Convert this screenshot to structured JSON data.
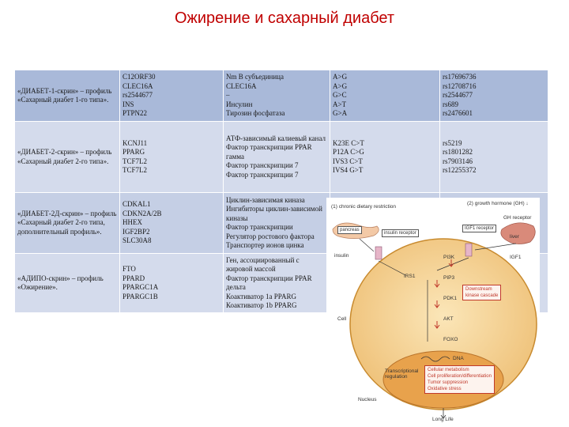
{
  "title": "Ожирение и сахарный диабет",
  "table": {
    "rows": [
      {
        "profile": "«ДИАБЕТ-1-скрин» – профиль «Сахарный диабет 1-го типа».",
        "genes": "C12ORF30\nCLEC16A\nrs2544677\nINS\nPTPN22",
        "proteins": "Nm B субъединица\nCLEC16A\n–\nИнсулин\nТирозин фосфатаза",
        "variants": "A>G\nA>G\nG>C\nA>T\nG>A",
        "rs": "rs17696736\nrs12708716\nrs2544677\nrs689\nrs2476601"
      },
      {
        "profile": "«ДИАБЕТ-2-скрин» – профиль «Сахарный диабет 2-го типа».",
        "genes": "KCNJ11\nPPARG\nTCF7L2\nTCF7L2",
        "proteins": "АТФ-зависимый калиевый канал\nФактор транскрипции PPAR гамма\nФактор транскрипции 7\nФактор транскрипции 7",
        "variants": "K23E C>T\nP12A C>G\nIVS3 C>T\nIVS4 G>T",
        "rs": "rs5219\nrs1801282\nrs7903146\nrs12255372"
      },
      {
        "profile": "«ДИАБЕТ-2Д-скрин» – профиль «Сахарный диабет 2-го типа, дополнительный профиль».",
        "genes": "CDKAL1\nCDKN2A/2B\nHHEX\nIGF2BP2\nSLC30A8",
        "proteins": "Циклин-зависимая киназа\nИнгибиторы циклин-зависимой киназы\nФактор транскрипции\nРегулятор ростового фактора\nТранспортер ионов цинка",
        "variants": "",
        "rs": ""
      },
      {
        "profile": "«АДИПО-скрин» – профиль «Ожирение».",
        "genes": "FTO\nPPARD\nPPARGC1A\nPPARGC1B",
        "proteins": "Ген, ассоциированный с жировой массой\nФактор транскрипции PPAR дельта\nКоактиватор 1a PPARG\nКоактиватор 1b PPARG",
        "variants": "",
        "rs": ""
      }
    ]
  },
  "diagram": {
    "cr_label": "(1) chronic dietary restriction",
    "gh_label": "(2) growth hormone (GH) ↓",
    "pancreas": "pancreas",
    "insulin_receptor": "insulin receptor",
    "igf1_receptor": "IGF1 receptor",
    "gh_receptor": "GH receptor",
    "liver": "liver",
    "insulin": "insulin",
    "igf1": "IGF1",
    "irs1": "IRS1",
    "pi3k": "PI3K",
    "pip3": "PIP3",
    "pdk1": "PDK1",
    "akt": "AKT",
    "foxo": "FOXO",
    "dna": "DNA",
    "downstream": "Downstream\nkinase cascade",
    "transcriptional": "Transcriptional\nregulation",
    "cell": "Cell",
    "nucleus": "Nucleus",
    "effects": "Cellular metabolism\nCell proliferation/differentiation\nTumor suppression\nOxidative stress",
    "life_span": "Long Life"
  }
}
